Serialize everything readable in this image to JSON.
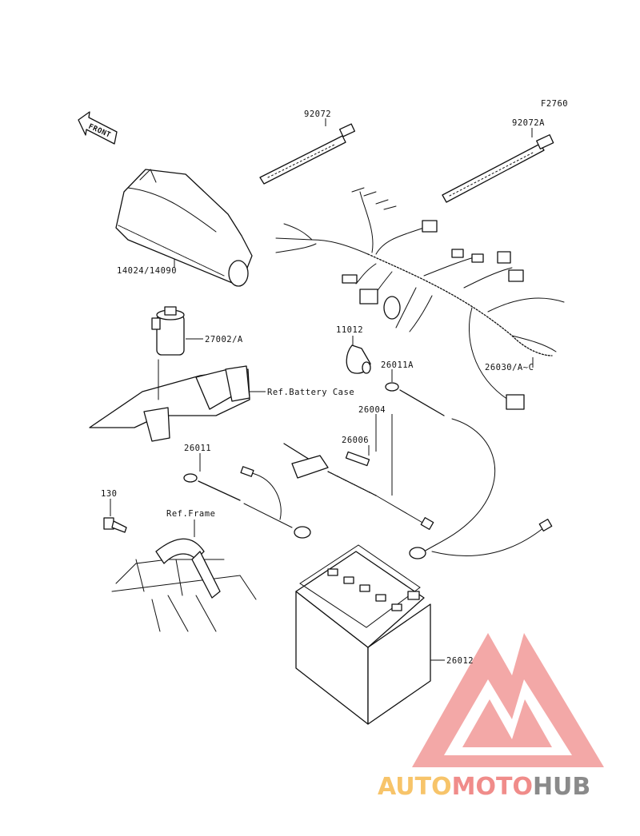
{
  "diagram": {
    "code": "F2760",
    "front_label": "FRONT",
    "parts": [
      {
        "id": "p92072",
        "label": "92072"
      },
      {
        "id": "p92072A",
        "label": "92072A"
      },
      {
        "id": "p14024",
        "label": "14024/14090"
      },
      {
        "id": "p27002",
        "label": "27002/A"
      },
      {
        "id": "p11012",
        "label": "11012"
      },
      {
        "id": "p26011A",
        "label": "26011A"
      },
      {
        "id": "p26030",
        "label": "26030/A~C"
      },
      {
        "id": "pbattcase",
        "label": "Ref.Battery Case"
      },
      {
        "id": "p26004",
        "label": "26004"
      },
      {
        "id": "p26006",
        "label": "26006"
      },
      {
        "id": "p26011",
        "label": "26011"
      },
      {
        "id": "p130",
        "label": "130"
      },
      {
        "id": "pframe",
        "label": "Ref.Frame"
      },
      {
        "id": "p26012",
        "label": "26012"
      }
    ]
  },
  "watermark": {
    "part1": "AUTO",
    "part2": "MOTO",
    "part3": "HUB",
    "color1": "#f7c46a",
    "color2": "#f08c8a",
    "color3": "#8a8a8a"
  }
}
